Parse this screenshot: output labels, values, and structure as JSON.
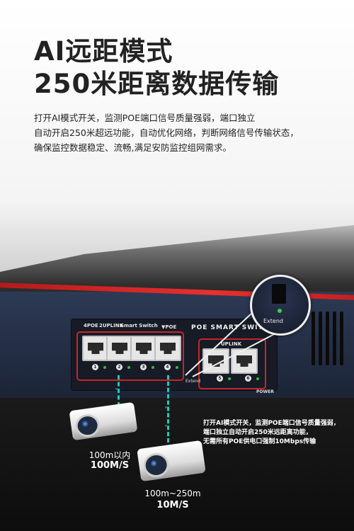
{
  "hero": {
    "title_line1": "AI远距模式",
    "title_line2": "250米距离数据传输",
    "desc_lines": [
      "打开AI模式开关，监测POE端口信号质量强弱，端口独立",
      "自动开启250米超远功能，自动优化网络，判断网络信号传输状态，",
      "确保监控数据稳定、流畅,满足安防监控组网需求。"
    ]
  },
  "device": {
    "brand_text": "POE SMART SWITCH",
    "labels": {
      "poe_group": "4POE",
      "uplink_group": "2UPLINK",
      "smart_switch": "Smart Switch",
      "poe": "▼POE",
      "uplink": "UPLINK",
      "extend": "Extend",
      "power": "POWER"
    },
    "port_numbers": [
      "1",
      "2",
      "3",
      "4",
      "5",
      "6"
    ],
    "zoom_label": "Extend"
  },
  "cameras": {
    "near": {
      "range": "100m以内",
      "speed": "100M/S"
    },
    "far": {
      "range": "100m~250m",
      "speed": "10M/S"
    }
  },
  "info_lines": [
    "打开AI模式开关，监测POE端口信号质量强弱，",
    "端口独立自动开启250米远距离功能，",
    "无需所有POE供电口强制10Mbps传输"
  ],
  "colors": {
    "accent_red": "#c92525",
    "connector_teal": "#1fc9b8",
    "led_green": "#2fbf3c"
  }
}
